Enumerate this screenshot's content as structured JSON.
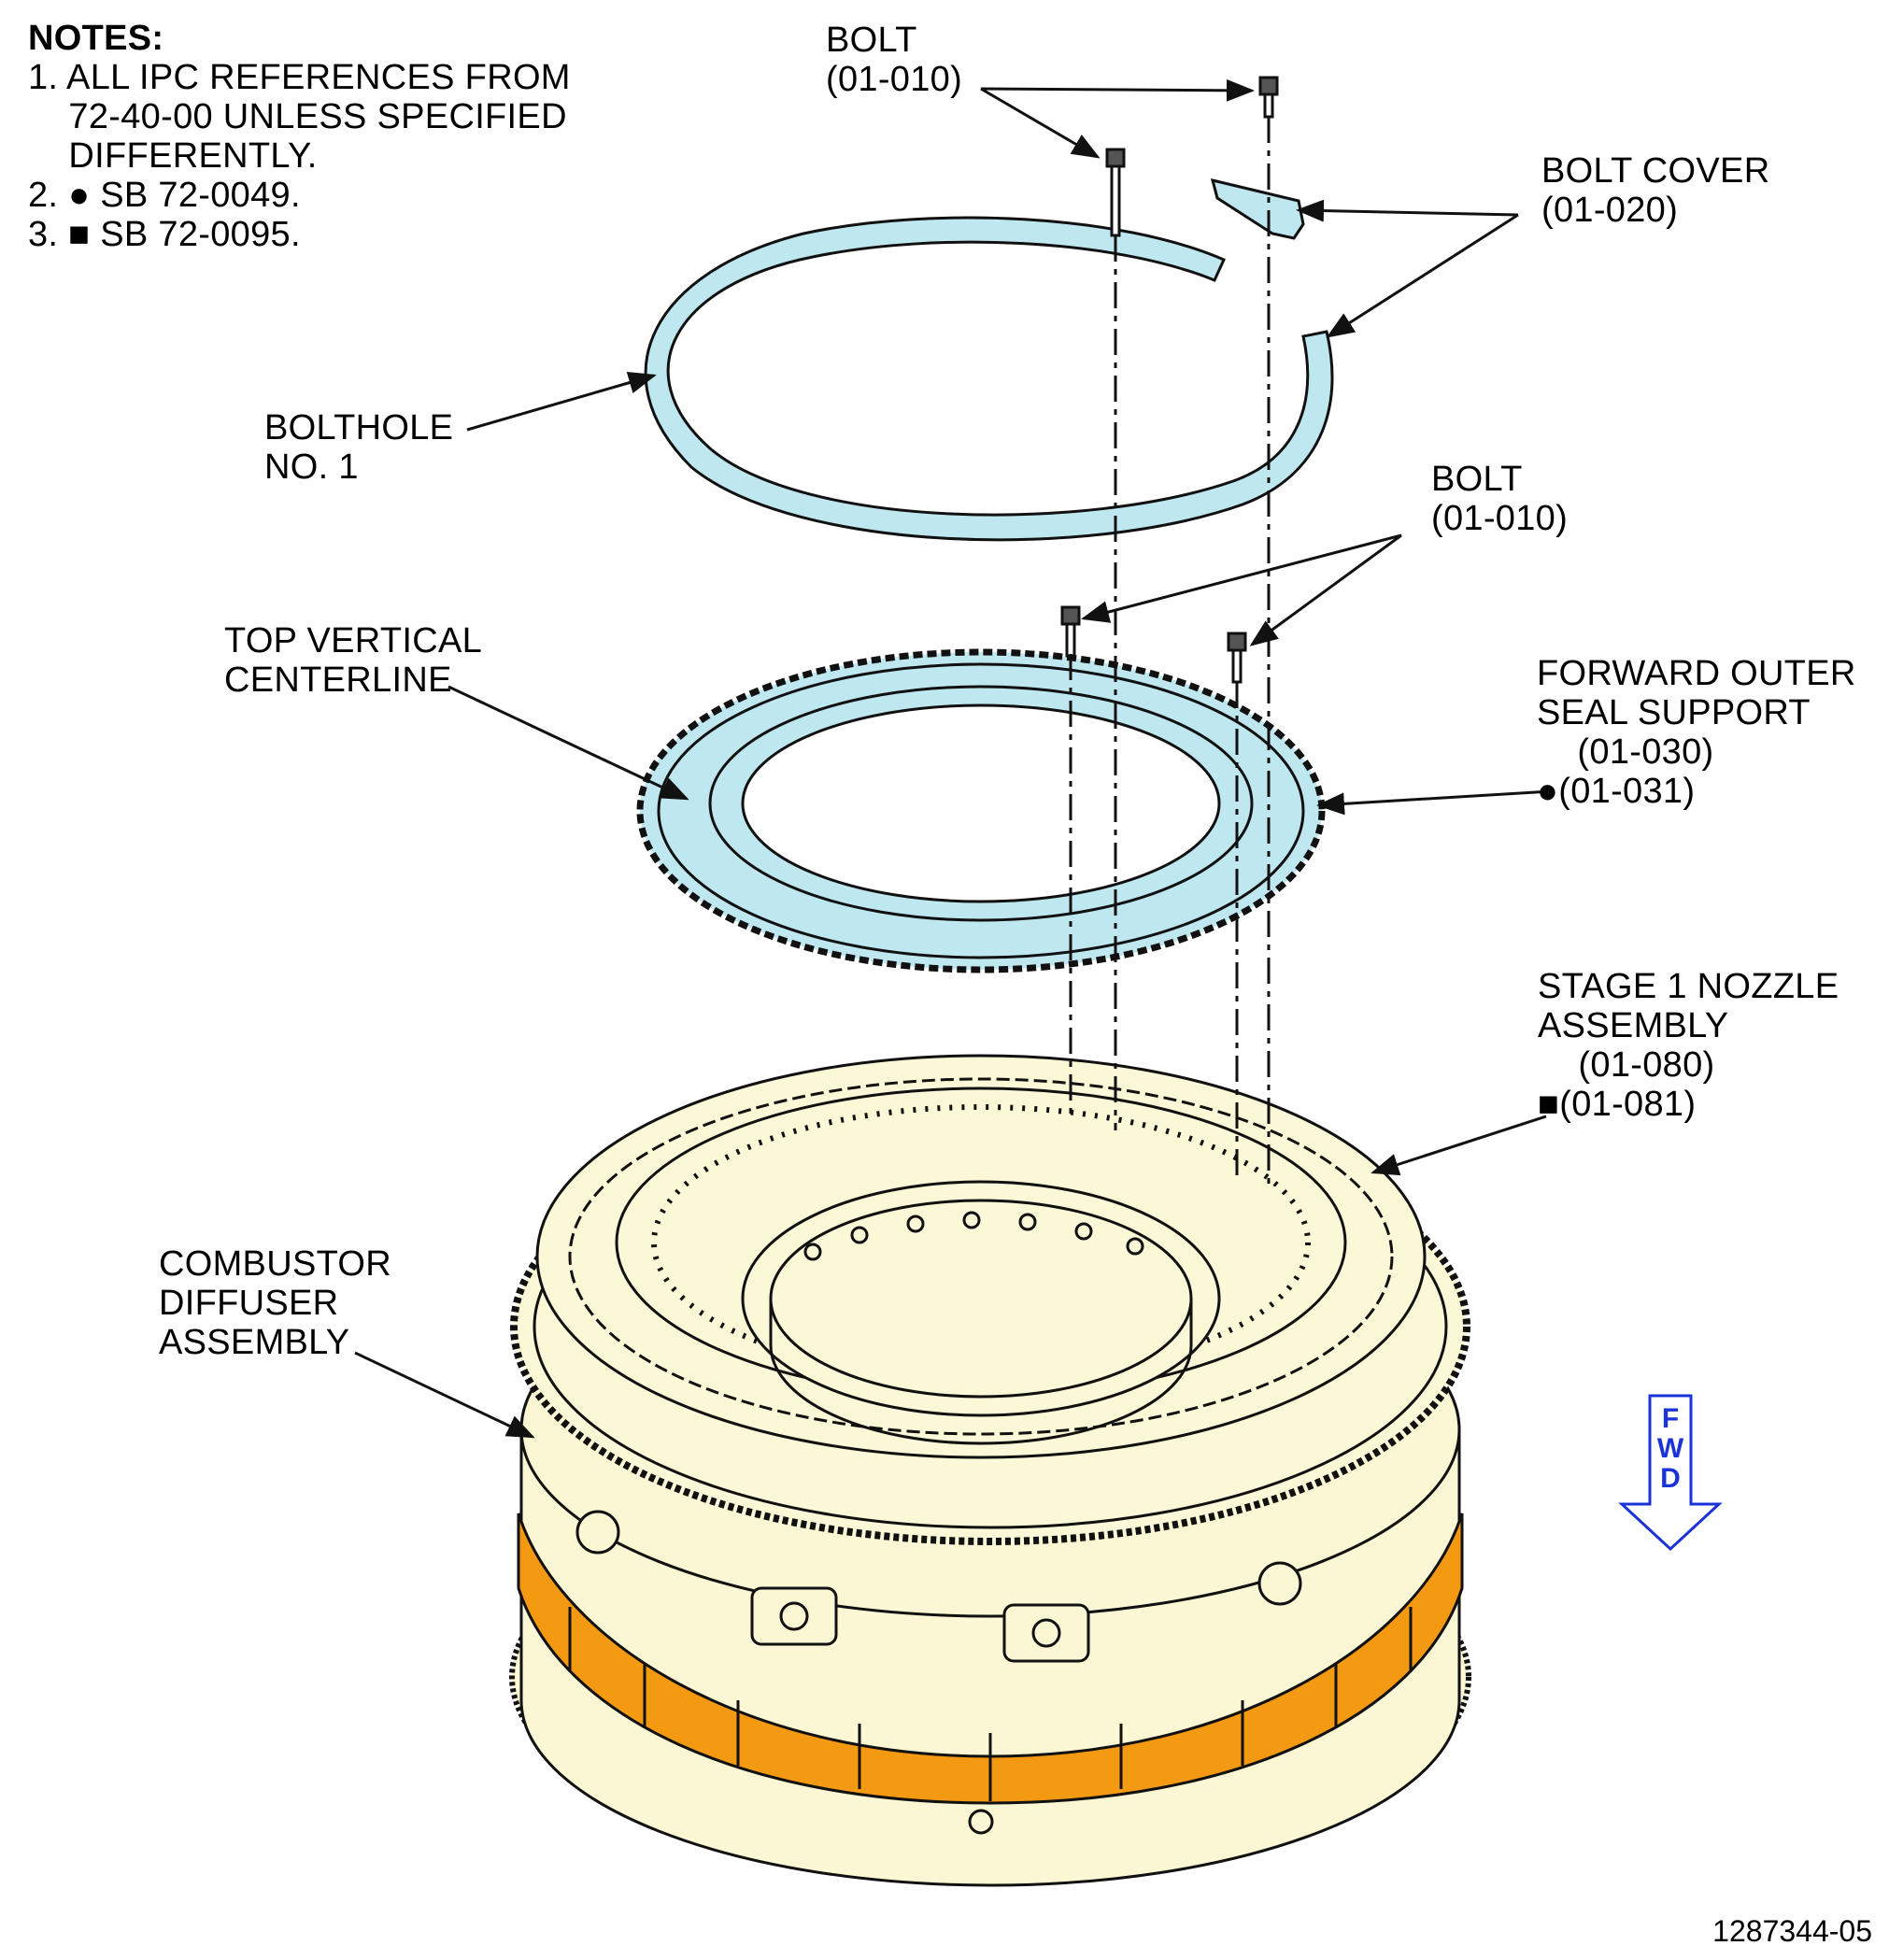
{
  "notes": {
    "title": "NOTES:",
    "lines": [
      "1. ALL IPC REFERENCES FROM",
      "    72-40-00 UNLESS SPECIFIED",
      "    DIFFERENTLY.",
      "2. ● SB 72-0049.",
      "3. ■ SB 72-0095."
    ]
  },
  "labels": {
    "bolt_top": [
      "BOLT",
      "(01-010)"
    ],
    "bolt_cover": [
      "BOLT COVER",
      "(01-020)"
    ],
    "bolthole": [
      "BOLTHOLE",
      "NO. 1"
    ],
    "bolt_mid": [
      "BOLT",
      "(01-010)"
    ],
    "top_vertical": [
      "TOP VERTICAL",
      "CENTERLINE"
    ],
    "fwd_outer_seal": [
      "FORWARD OUTER",
      "SEAL SUPPORT",
      "    (01-030)",
      "●(01-031)"
    ],
    "stage1_nozzle": [
      "STAGE 1 NOZZLE",
      "ASSEMBLY",
      "    (01-080)",
      "■(01-081)"
    ],
    "combustor": [
      "COMBUSTOR",
      "DIFFUSER",
      "ASSEMBLY"
    ]
  },
  "fwd_indicator": [
    "F",
    "W",
    "D"
  ],
  "document_number": "1287344-05",
  "colors": {
    "seal_ring": "#bfe7ef",
    "nozzle_body": "#fbf8d8",
    "diffuser_body": "#fbf7d4",
    "brackets": "#f39a12",
    "fwd_arrow": "#1a33d8",
    "line": "#111111"
  }
}
